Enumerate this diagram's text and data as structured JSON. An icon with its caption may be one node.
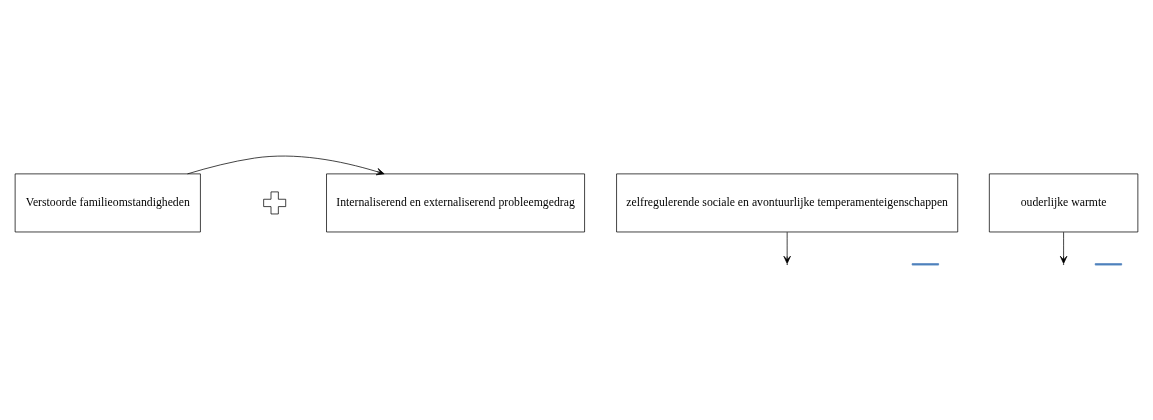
{
  "diagram": {
    "nodes": [
      {
        "text": [
          "Verstoorde familieomstandigheden"
        ]
      },
      {
        "text": [
          "Internaliserend en externaliserend probleemgedrag"
        ]
      },
      {
        "text": [
          "zelfregulerende sociale en avontuurlijke temperamenteigenschappen"
        ]
      },
      {
        "text": [
          "ouderlijke warmte"
        ]
      },
      {
        "text": [],
        "shape": "plus"
      },
      {
        "text": [],
        "shape": "bar"
      },
      {
        "text": [],
        "shape": "bar"
      }
    ],
    "edges": [
      {
        "from": 0,
        "to": 1,
        "arrow": "to"
      },
      {
        "from": 2,
        "to": null,
        "arrow": "to"
      },
      {
        "from": 3,
        "to": null,
        "arrow": "to"
      }
    ]
  }
}
